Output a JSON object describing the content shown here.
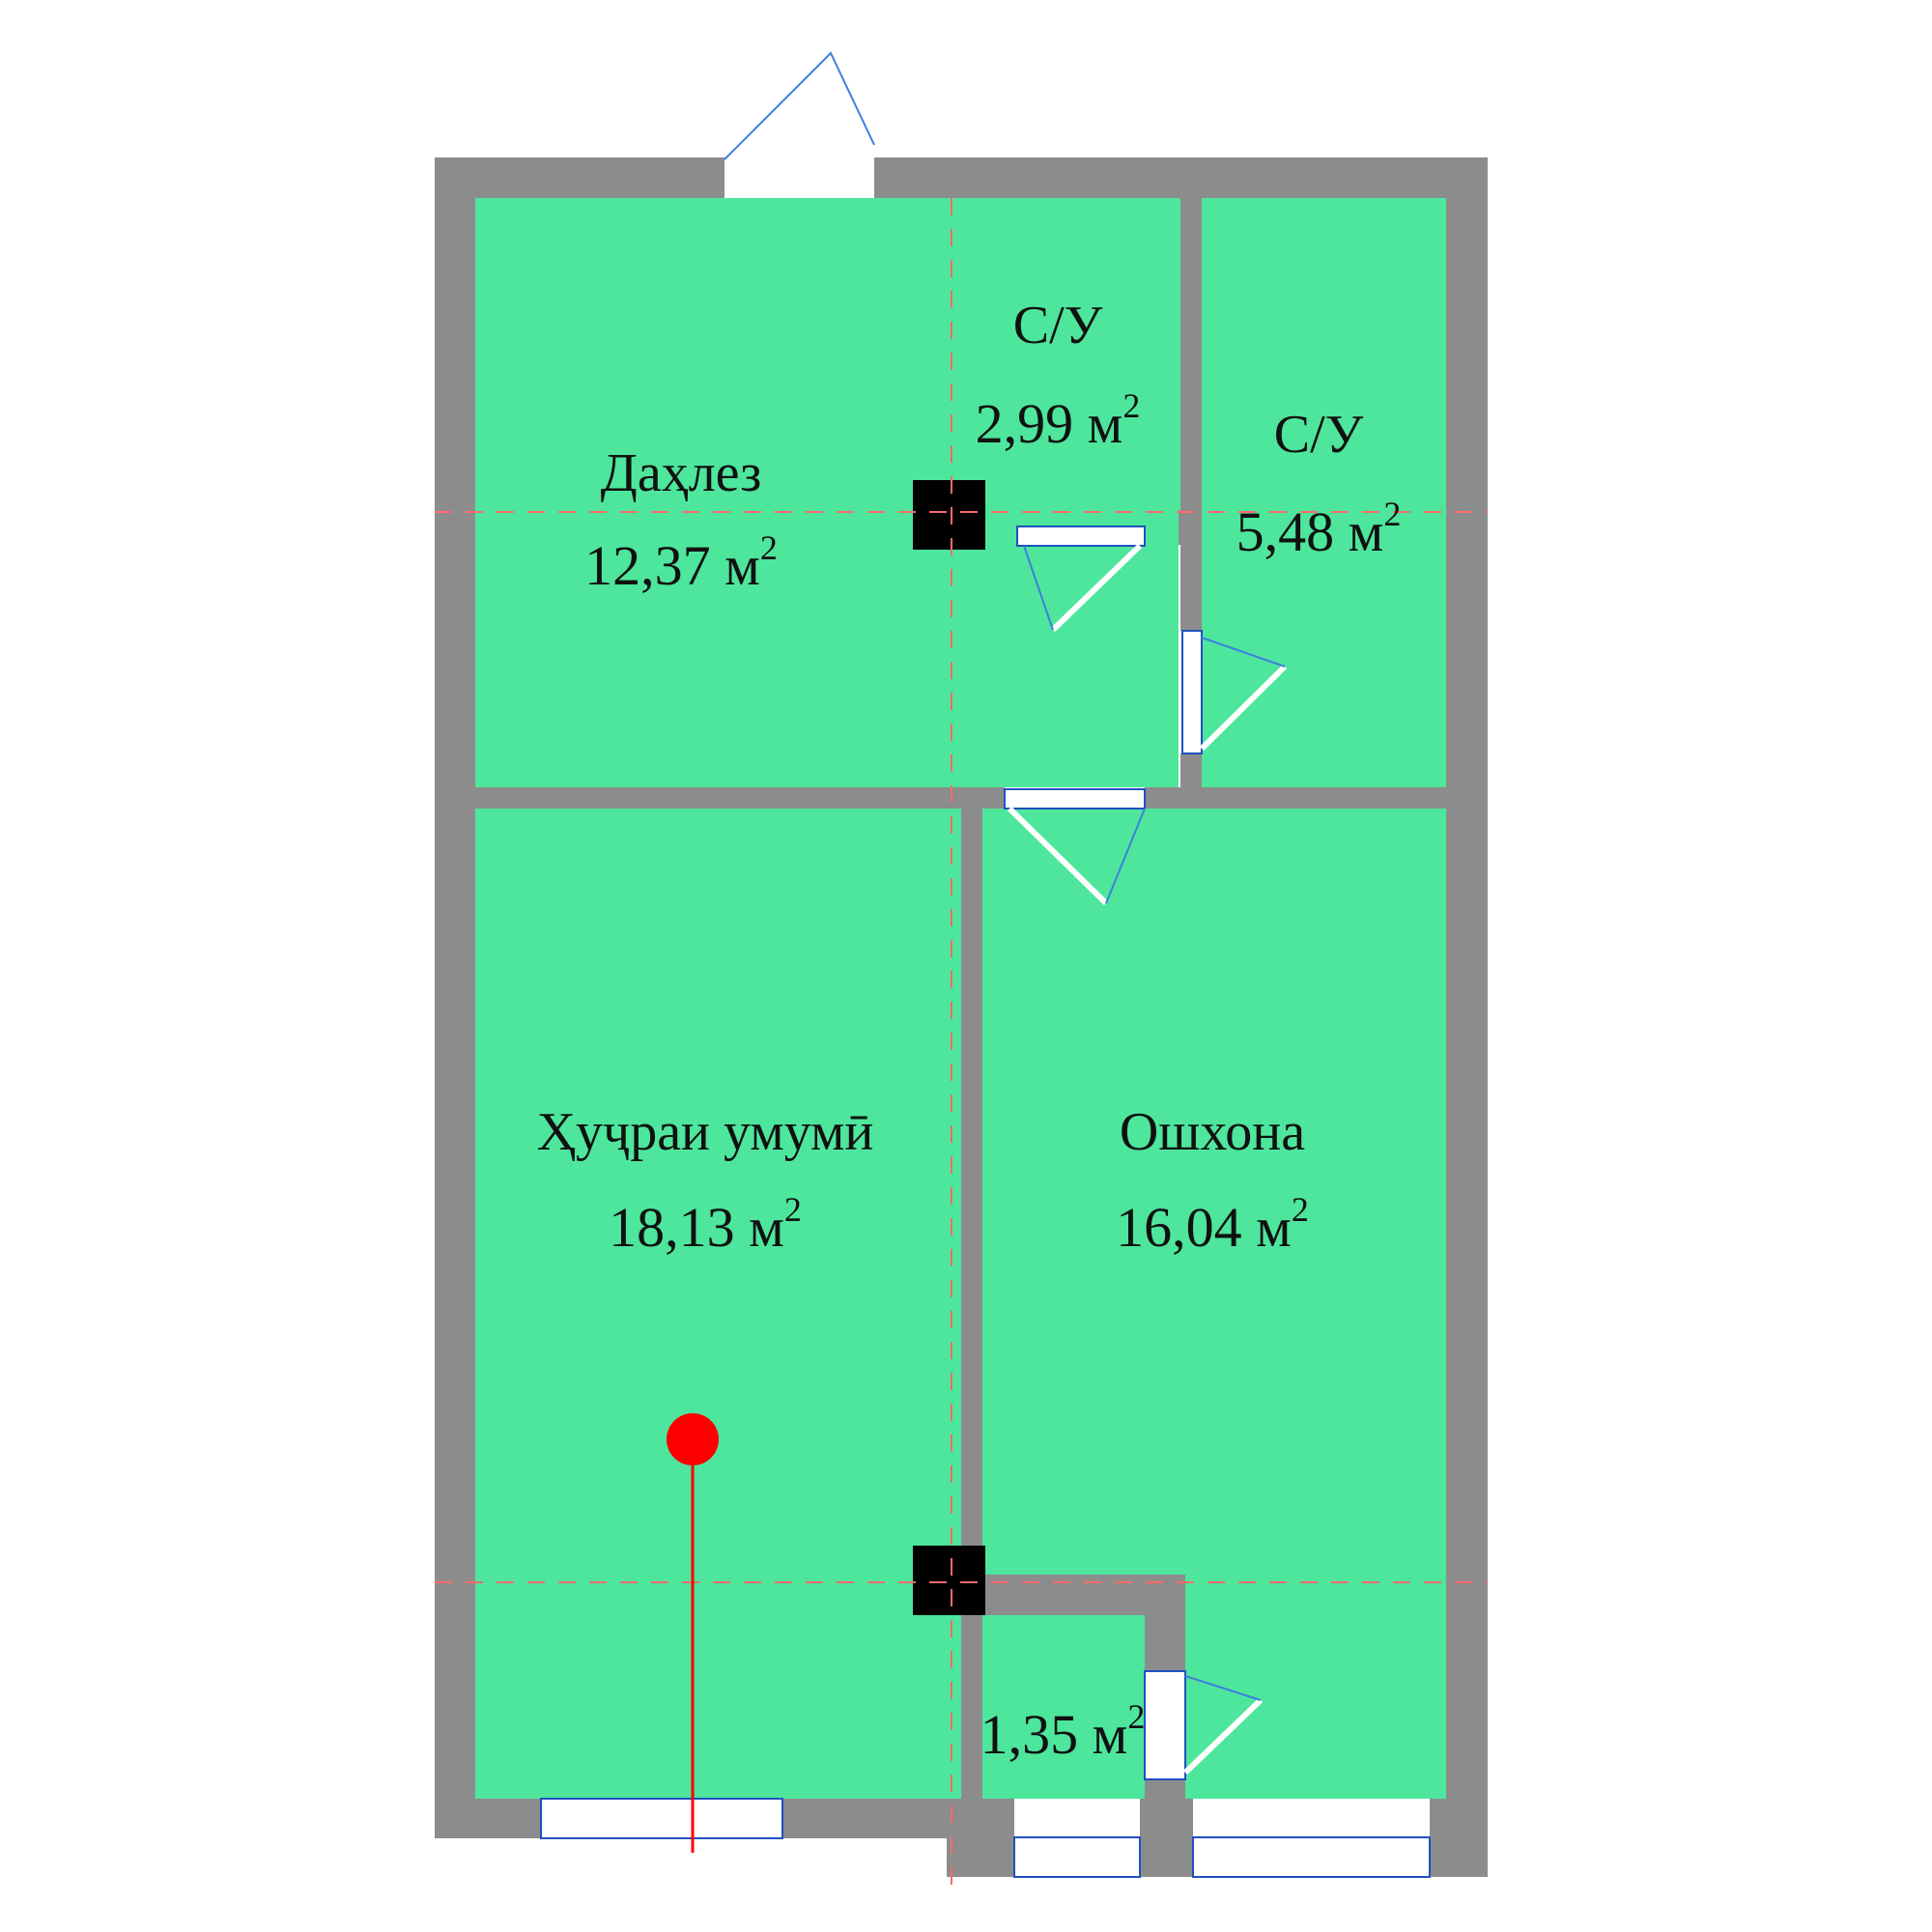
{
  "colors": {
    "room_fill": "#4de69c",
    "wall": "#8c8c8c",
    "column": "#000000",
    "axis_line": "#ff4d4d",
    "marker": "#ff0000",
    "door_leaf": "#ffffff",
    "swing_line": "#3f7fe0"
  },
  "rooms": {
    "hallway": {
      "name": "Даҳлез",
      "area": "12,37 м",
      "sup": "2"
    },
    "wc_small": {
      "name": "С/У",
      "area": "2,99 м",
      "sup": "2"
    },
    "wc_large": {
      "name": "С/У",
      "area": "5,48 м",
      "sup": "2"
    },
    "living": {
      "name": "Ҳуҷраи умумӣ",
      "area": "18,13 м",
      "sup": "2"
    },
    "kitchen": {
      "name": "Ошхона",
      "area": "16,04 м",
      "sup": "2"
    },
    "storage": {
      "name": "",
      "area": "1,35 м",
      "sup": "2"
    }
  },
  "marker": {
    "icon": "location-pin-icon"
  }
}
